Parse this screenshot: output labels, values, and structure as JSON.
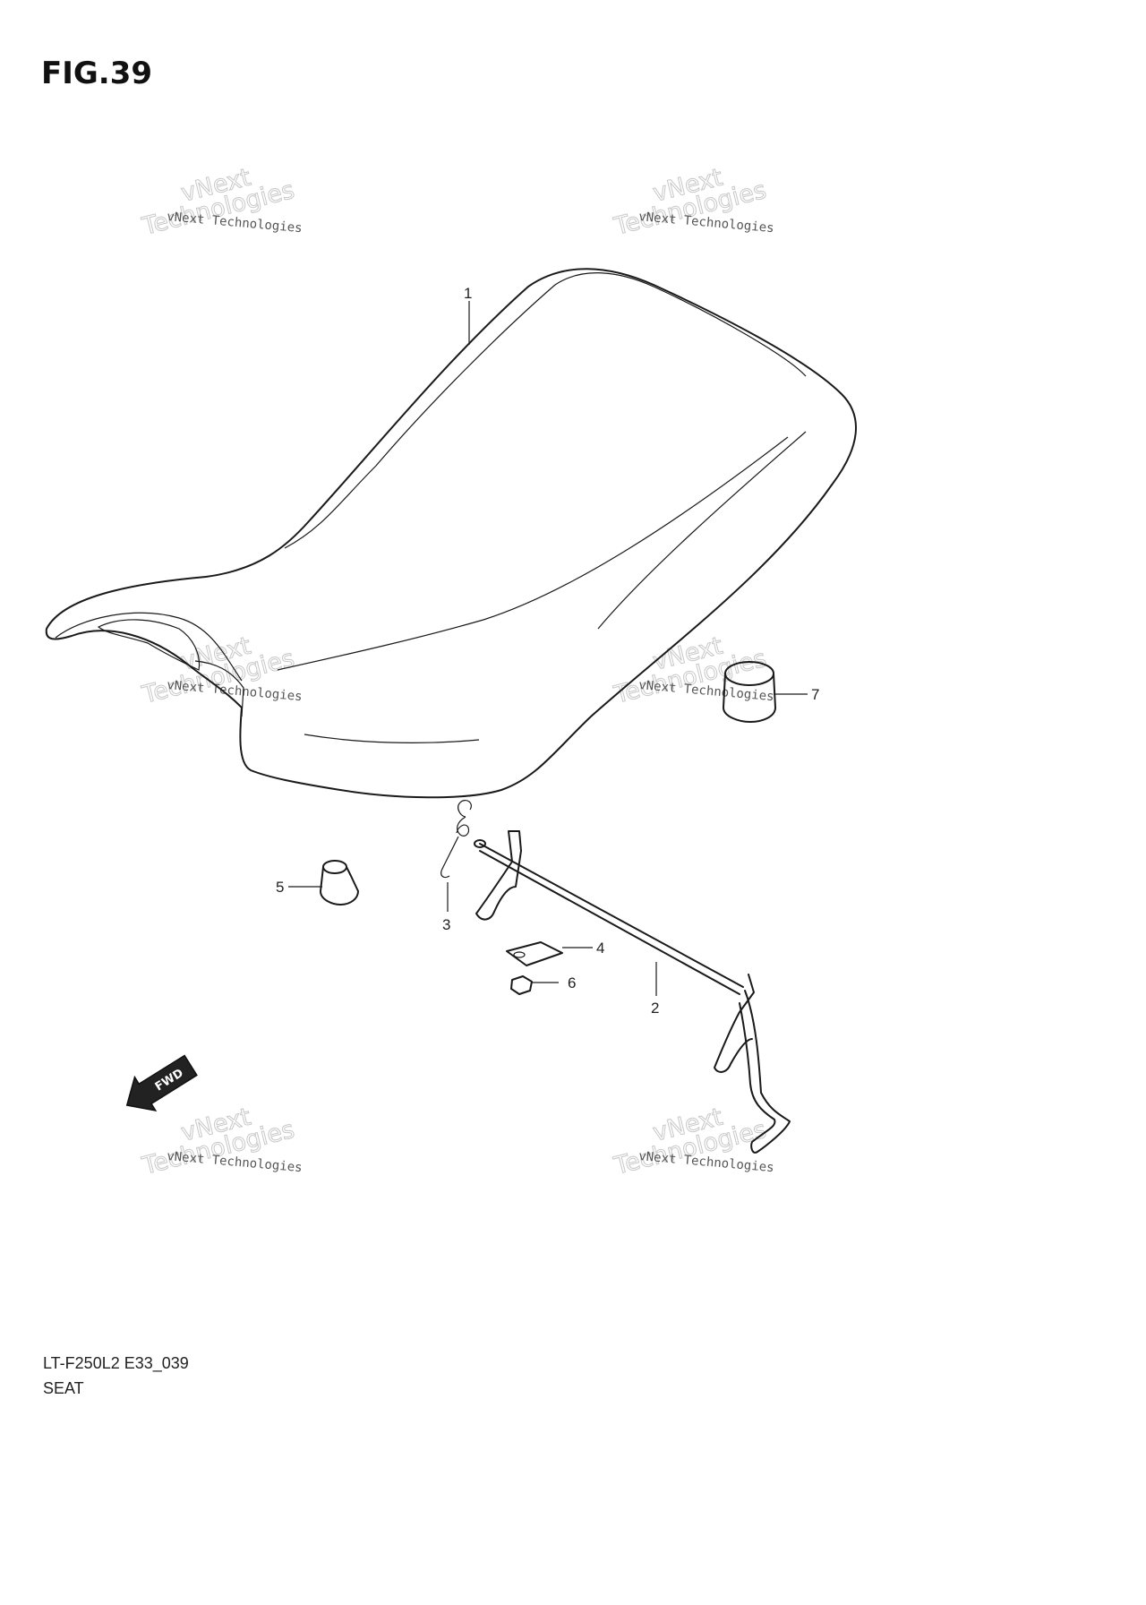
{
  "figure": {
    "title": "FIG.39",
    "drawing_code": "LT-F250L2 E33_039",
    "section_name": "SEAT"
  },
  "callouts": {
    "c1": "1",
    "c2": "2",
    "c3": "3",
    "c4": "4",
    "c5": "5",
    "c6": "6",
    "c7": "7"
  },
  "fwd_marker": {
    "label": "FWD",
    "icon": "fwd-arrow-icon"
  },
  "watermark": {
    "line_small": "vNext Technologies",
    "line_big_top": "vNext",
    "line_big_bottom": "Technologies"
  },
  "colors": {
    "line": "#1a1a1a",
    "watermark": "#c8c8c8",
    "background": "#ffffff"
  }
}
